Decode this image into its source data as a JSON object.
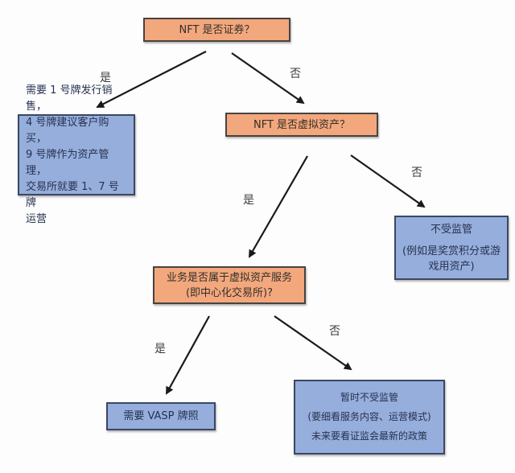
{
  "colors": {
    "question_fill": "#f3a77c",
    "question_border": "#474340",
    "question_text": "#33302b",
    "answer_fill": "#96aedc",
    "answer_border": "#3a4763",
    "answer_text": "#26324f",
    "arrow": "#1a1a1a",
    "label_text": "#3b3b3b"
  },
  "nodes": {
    "q_security": {
      "label": "NFT 是否证券？"
    },
    "a_licenses": {
      "lines": [
        "需要 1 号牌发行销售，",
        "4 号牌建议客户购买，",
        "9 号牌作为资产管理，",
        "交易所就要 1、7 号牌",
        "运营"
      ]
    },
    "q_virtual_asset": {
      "label": "NFT 是否虚拟资产？"
    },
    "a_not_regulated": {
      "lines": [
        "不受监管",
        "(例如是奖赏积分或游戏用资产)"
      ]
    },
    "q_vasp": {
      "lines": [
        "业务是否属于虚拟资产服务",
        "(即中心化交易所)?"
      ]
    },
    "a_vasp_license": {
      "label": "需要 VASP 牌照"
    },
    "a_temp_not_regulated": {
      "lines": [
        "暂时不受监管",
        "(要细看服务内容、运营模式)",
        "未来要看证监会最新的政策"
      ]
    }
  },
  "edges": {
    "security_yes": {
      "label": "是"
    },
    "security_no": {
      "label": "否"
    },
    "virtual_yes": {
      "label": "是"
    },
    "virtual_no": {
      "label": "否"
    },
    "vasp_yes": {
      "label": "是"
    },
    "vasp_no": {
      "label": "否"
    }
  }
}
